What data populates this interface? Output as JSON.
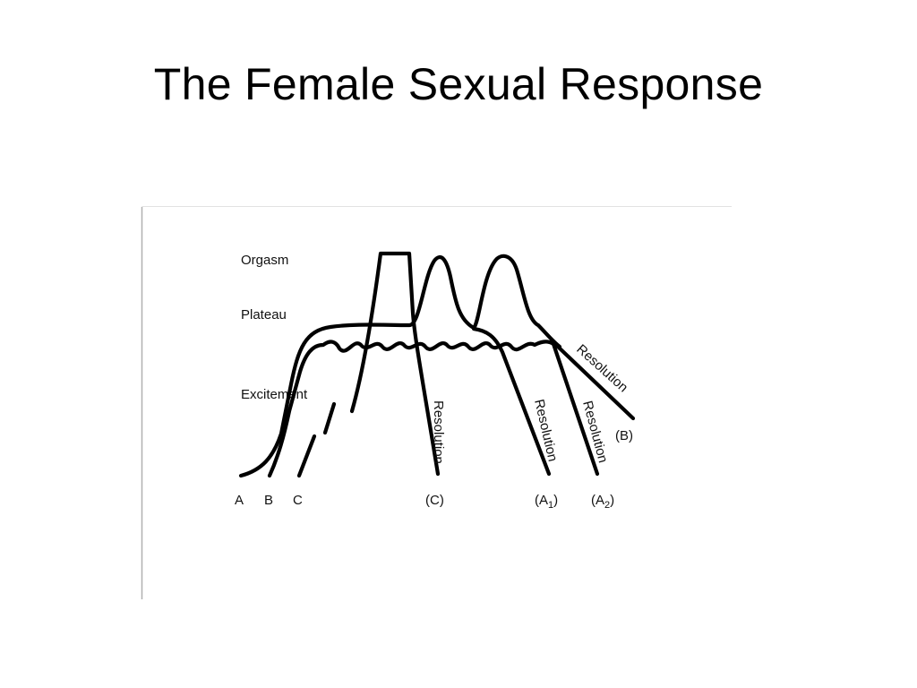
{
  "slide": {
    "title": "The Female Sexual Response"
  },
  "diagram": {
    "phase_labels": {
      "orgasm": "Orgasm",
      "plateau": "Plateau",
      "excitement": "Excitement"
    },
    "start_labels": {
      "a": "A",
      "b": "B",
      "c": "C"
    },
    "resolution_label": "Resolution",
    "end_labels": {
      "c": "(C)",
      "a1_base": "(A",
      "a1_sub": "1",
      "a2_base": "(A",
      "a2_sub": "2",
      "close": ")",
      "b": "(B)"
    },
    "line_color": "#000000",
    "frame_color": "#b0b0b0"
  }
}
